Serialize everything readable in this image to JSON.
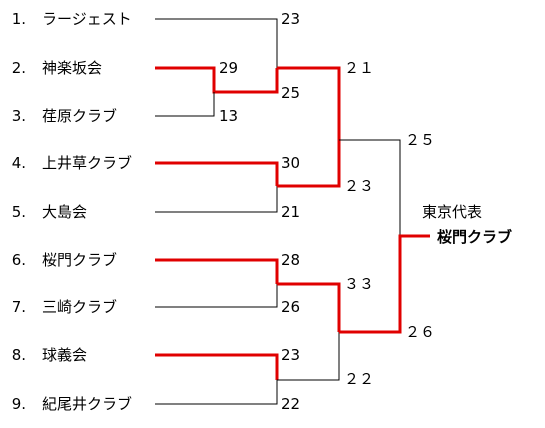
{
  "teams": [
    {
      "num": "1.",
      "name": "ラージェスト"
    },
    {
      "num": "2.",
      "name": "神楽坂会"
    },
    {
      "num": "3.",
      "name": "荏原クラブ"
    },
    {
      "num": "4.",
      "name": "上井草クラブ"
    },
    {
      "num": "5.",
      "name": "大島会"
    },
    {
      "num": "6.",
      "name": "桜門クラブ"
    },
    {
      "num": "7.",
      "name": "三崎クラブ"
    },
    {
      "num": "8.",
      "name": "球義会"
    },
    {
      "num": "9.",
      "name": "紀尾井クラブ"
    }
  ],
  "scores": {
    "r1": [
      "23",
      "29",
      "13",
      "25",
      "30",
      "21",
      "28",
      "26",
      "23",
      "22"
    ],
    "r2": [
      "２１",
      "２３",
      "３３",
      "２２"
    ],
    "semi": [
      "２５",
      "２６"
    ]
  },
  "winner": {
    "caption": "東京代表",
    "name": "桜門クラブ"
  },
  "colors": {
    "winner_path": "#e00000",
    "line": "#000000"
  }
}
